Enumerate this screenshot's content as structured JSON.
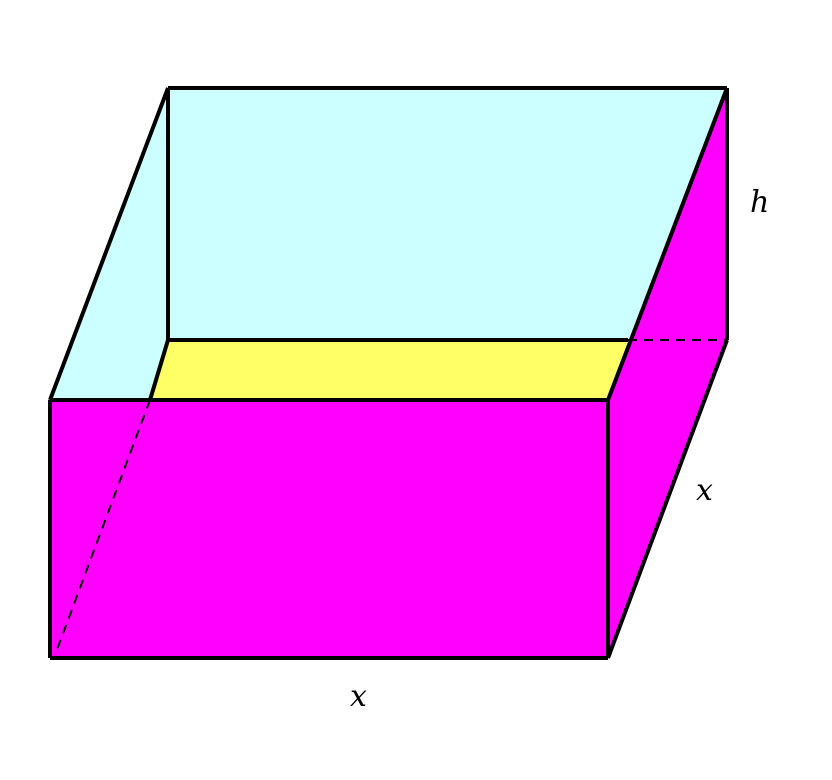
{
  "labels": {
    "height": "h",
    "depth": "x",
    "width": "x"
  },
  "colors": {
    "back_face": "#ccffff",
    "inner_bottom": "#ffff66",
    "front_face": "#ff00ff",
    "right_face": "#ff00ff",
    "edges": "#000000",
    "background": "#ffffff"
  }
}
